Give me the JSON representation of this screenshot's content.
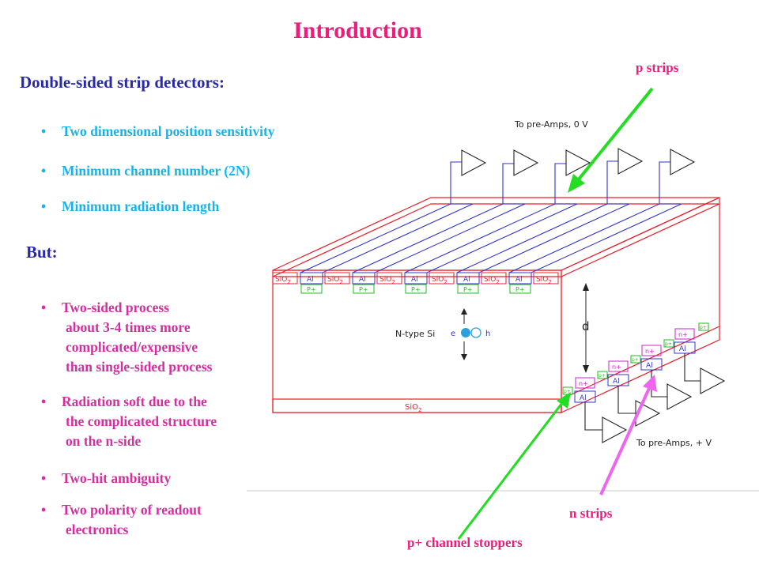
{
  "title": "Introduction",
  "subtitle": "Double-sided strip detectors:",
  "pros": [
    "Two dimensional position sensitivity",
    "Minimum channel number (2N)",
    "Minimum radiation length"
  ],
  "but": "But:",
  "cons": {
    "c1": [
      "Two-sided process",
      "about 3-4 times more",
      "complicated/expensive",
      "than single-sided process"
    ],
    "c2": [
      "Radiation soft due to the",
      "the complicated structure",
      "on the n-side"
    ],
    "c3": [
      "Two-hit ambiguity"
    ],
    "c4": [
      "Two polarity of readout",
      "electronics"
    ]
  },
  "bullet": "•",
  "labels": {
    "p_strips": "p strips",
    "n_strips": "n strips",
    "p_channel": "p+ channel stoppers"
  },
  "diagram": {
    "top_readout": "To pre-Amps, 0 V",
    "bottom_readout": "To pre-Amps, + V",
    "bulk": "N-type Si",
    "sio2": "SiO",
    "sio2_sub": "2",
    "al": "Al",
    "p_plus": "P+",
    "n_plus": "n+",
    "pp": "p+",
    "thickness": "d",
    "electron": "e",
    "hole": "h"
  },
  "colors": {
    "title": "#ee1c7a",
    "subtitle": "#2a2aa6",
    "pros_text": "#1ab3e6",
    "cons_text": "#d32fa0",
    "arrow_green": "#22dd22",
    "arrow_magenta": "#ee66ee",
    "strip_blue": "#3333cc",
    "oxide_red": "#e8202a",
    "implant_green": "#22bb22"
  }
}
